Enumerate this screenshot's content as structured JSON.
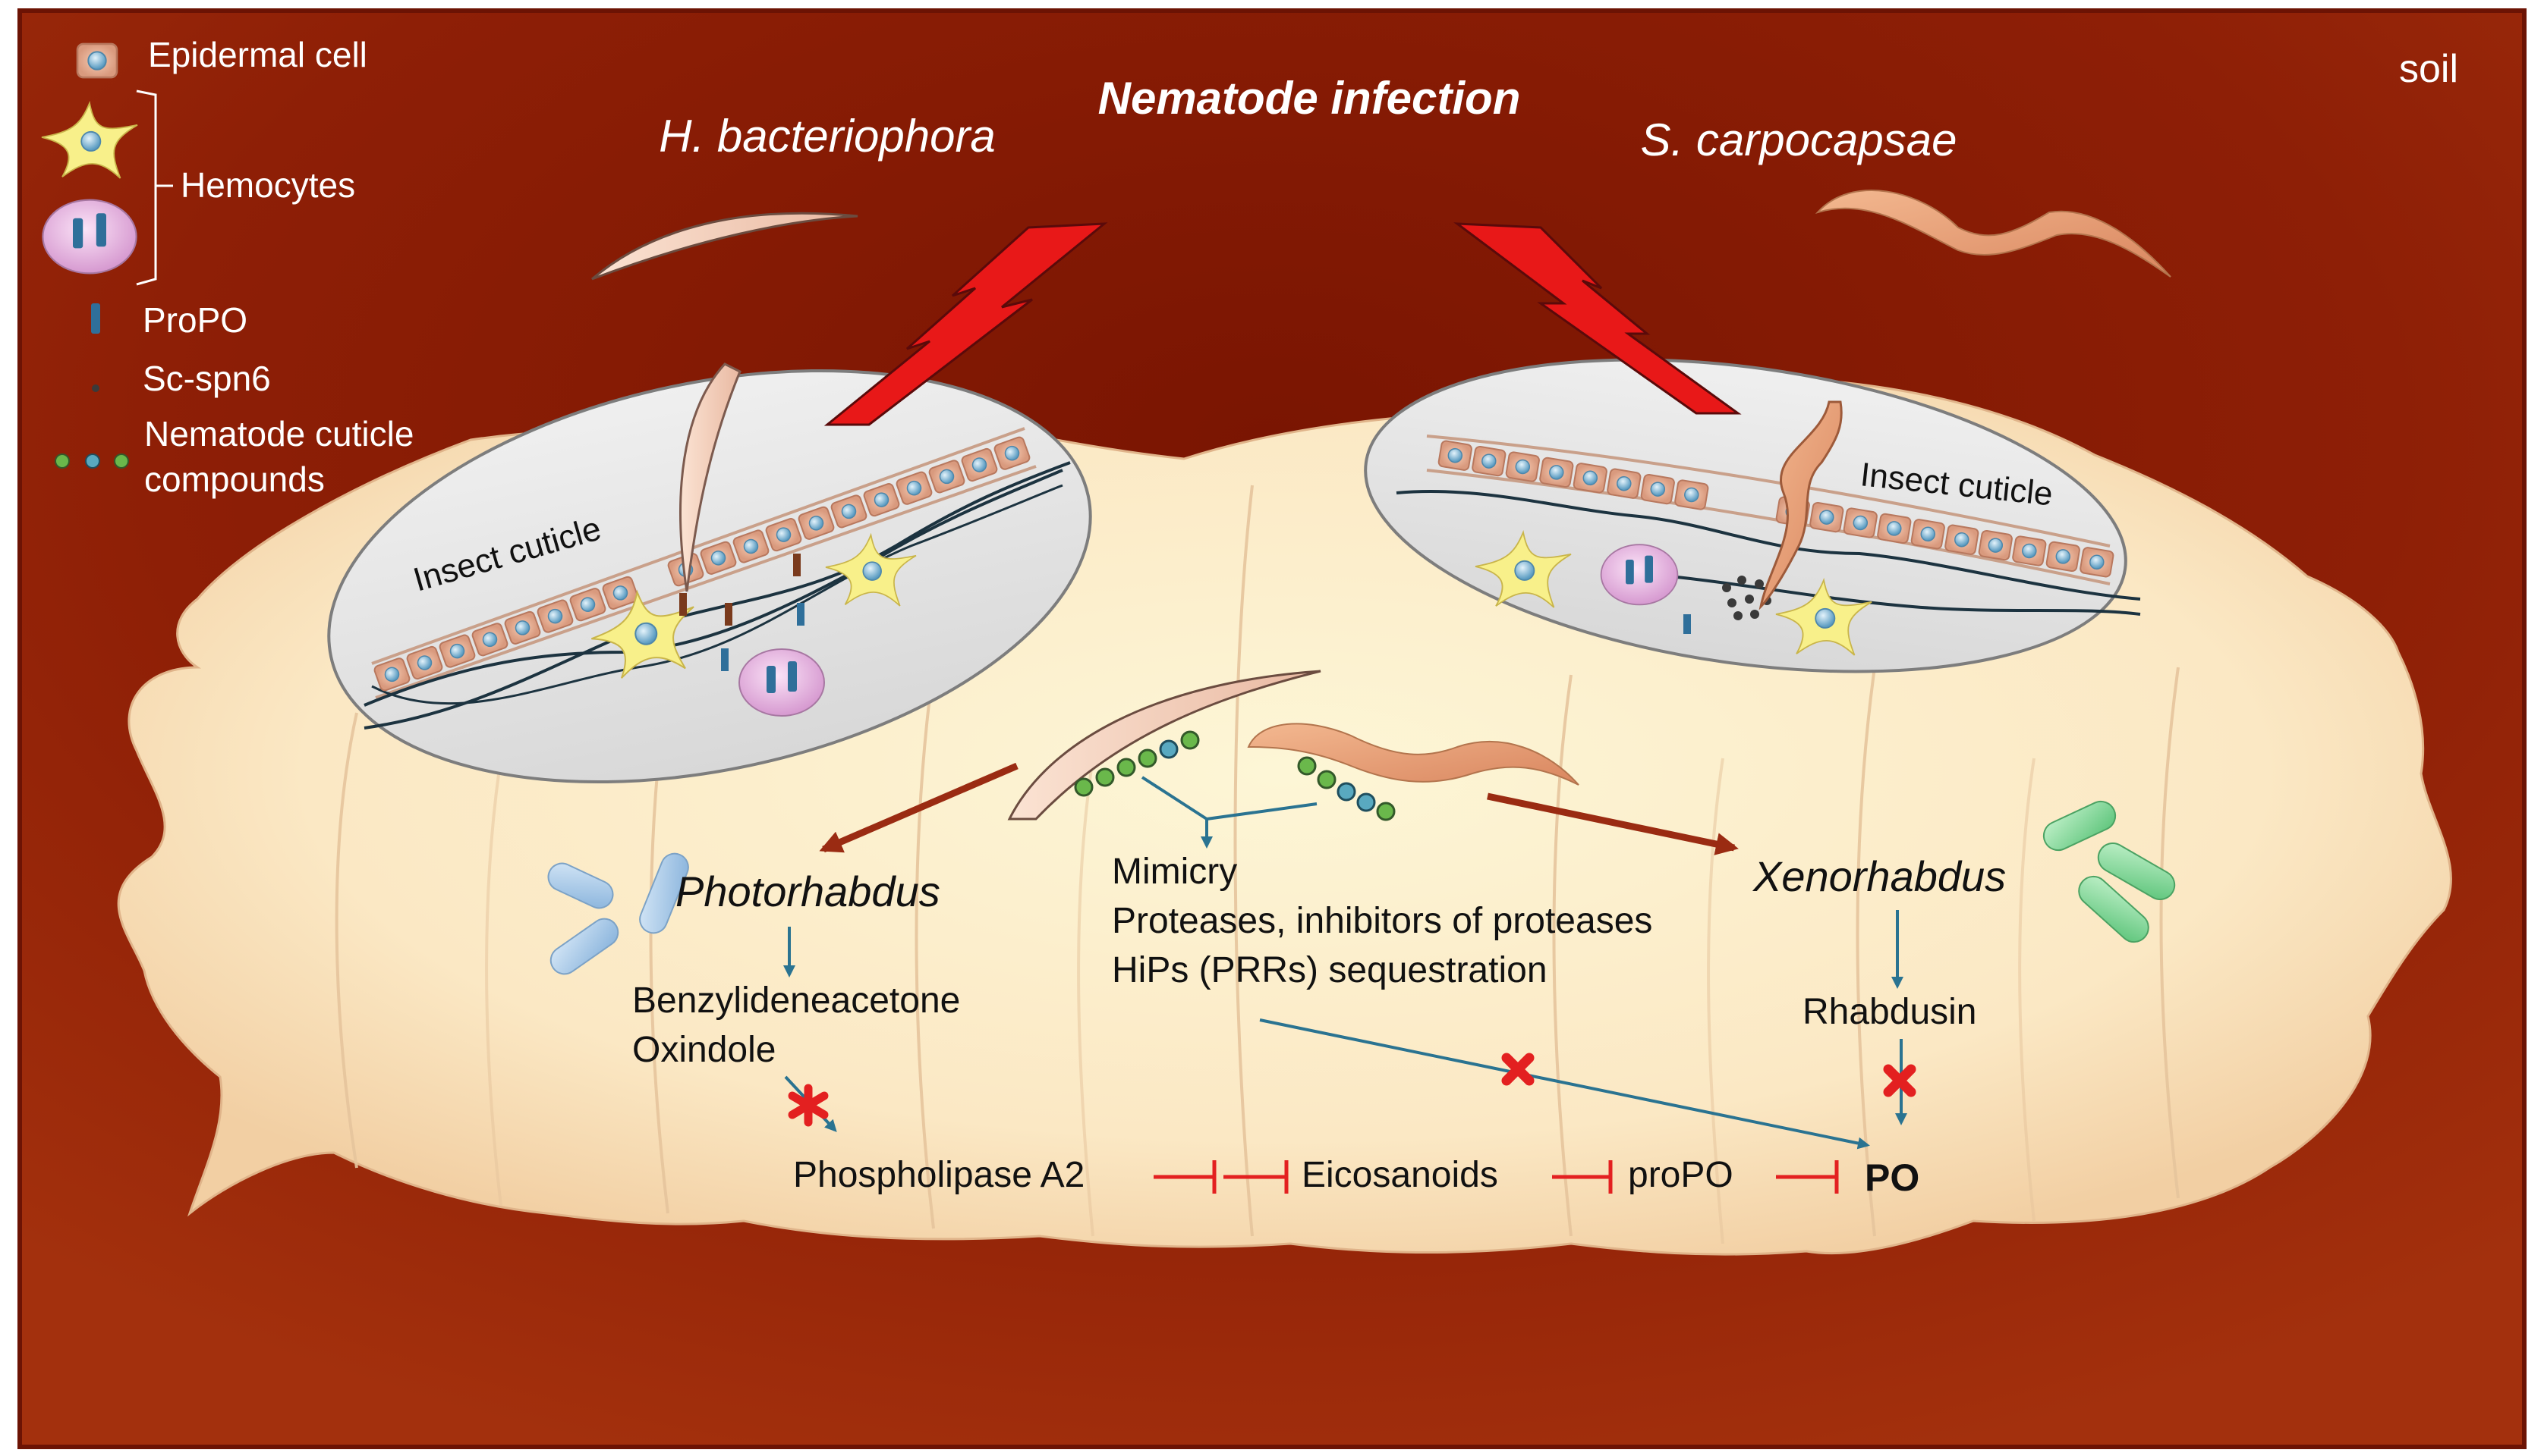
{
  "legend": {
    "epidermal_cell": "Epidermal cell",
    "hemocytes": "Hemocytes",
    "propo": "ProPO",
    "sc_spn6": "Sc-spn6",
    "cuticle_line1": "Nematode cuticle",
    "cuticle_line2": "compounds"
  },
  "header": {
    "title": "Nematode infection",
    "left_species": "H. bacteriophora",
    "right_species": "S. carpocapsae",
    "environment": "soil"
  },
  "insets": {
    "left_cuticle": "Insect cuticle",
    "right_cuticle": "Insect cuticle"
  },
  "pathway": {
    "photorhabdus": "Photorhabdus",
    "xenorhabdus": "Xenorhabdus",
    "mimicry": "Mimicry",
    "proteases": "Proteases, inhibitors of proteases",
    "hips": "HiPs (PRRs) sequestration",
    "benzylideneacetone": "Benzylideneacetone",
    "oxindole": "Oxindole",
    "rhabdusin": "Rhabdusin",
    "phospholipase": "Phospholipase A2",
    "eicosanoids": "Eicosanoids",
    "propo": "proPO",
    "po": "PO"
  },
  "colors": {
    "background_dark": "#8f1d05",
    "larva_fill": "#fbe9c8",
    "arrow_blue": "#2a7391",
    "arrow_brown": "#9a2b12",
    "inhibit_red": "#e32020",
    "lightning_red": "#e81818"
  }
}
